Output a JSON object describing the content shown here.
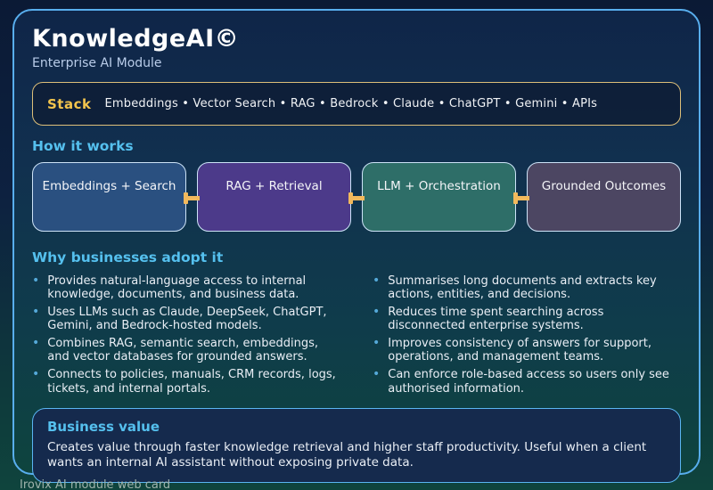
{
  "header": {
    "title": "KnowledgeAI©",
    "subtitle": "Enterprise AI Module"
  },
  "stack": {
    "label": "Stack",
    "items": [
      "Embeddings",
      "Vector Search",
      "RAG",
      "Bedrock",
      "Claude",
      "ChatGPT",
      "Gemini",
      "APIs"
    ],
    "separator": " • "
  },
  "how_it_works": {
    "heading": "How it works",
    "steps": [
      {
        "label": "Embeddings + Search",
        "color": "#2a5080"
      },
      {
        "label": "RAG + Retrieval",
        "color": "#4c3a8a"
      },
      {
        "label": "LLM + Orchestration",
        "color": "#2e6e68"
      },
      {
        "label": "Grounded Outcomes",
        "color": "#4c4662"
      }
    ],
    "connector_color": "#f2b95c"
  },
  "why": {
    "heading": "Why businesses adopt it",
    "left": [
      "Provides natural-language access to internal knowledge, documents, and business data.",
      "Uses LLMs such as Claude, DeepSeek, ChatGPT, Gemini, and Bedrock-hosted models.",
      "Combines RAG, semantic search, embeddings, and vector databases for grounded answers.",
      "Connects to policies, manuals, CRM records, logs, tickets, and internal portals."
    ],
    "right": [
      "Summarises long documents and extracts key actions, entities, and decisions.",
      "Reduces time spent searching across disconnected enterprise systems.",
      "Improves consistency of answers for support, operations, and management teams.",
      "Can enforce role-based access so users only see authorised information."
    ]
  },
  "business_value": {
    "heading": "Business value",
    "text": "Creates value through faster knowledge retrieval and higher staff productivity. Useful when a client wants an internal AI assistant without exposing private data."
  },
  "footer": {
    "caption": "Irovix AI module web card"
  },
  "colors": {
    "accent_cyan": "#55c0ee",
    "accent_gold": "#f2c44d",
    "card_border": "#58aeee",
    "stack_border": "#ddbf79",
    "bullet_dot": "#55a9d9",
    "business_panel_bg": "#152a4d",
    "page_bg_top": "#0b1a35",
    "page_bg_bottom": "#0f443d"
  }
}
